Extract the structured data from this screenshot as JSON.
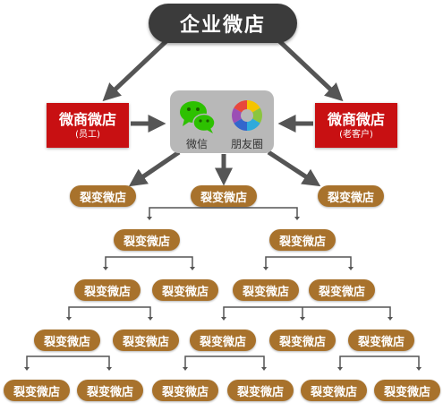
{
  "top_node": {
    "label": "企业微店"
  },
  "left_node": {
    "label": "微商微店",
    "sub": "(员工)"
  },
  "right_node": {
    "label": "微商微店",
    "sub": "(老客户)"
  },
  "center": {
    "wechat_label": "微信",
    "moments_label": "朋友圈"
  },
  "fission_label": "裂变微店",
  "colors": {
    "top_fill": "#3b3b3b",
    "red_fill": "#c81012",
    "leaf_fill": "#a8722c",
    "arrow": "#555555",
    "center_fill": "#b8b8b8"
  }
}
